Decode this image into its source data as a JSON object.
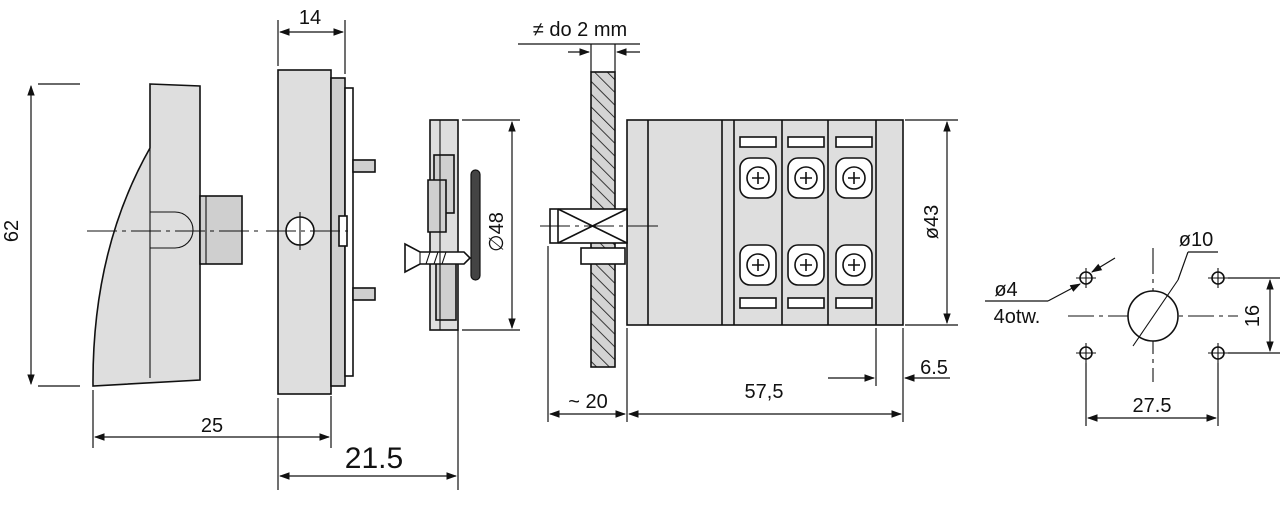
{
  "colors": {
    "line": "#111111",
    "fill_light": "#dedede",
    "fill_mid": "#cfcfcf",
    "background": "#ffffff"
  },
  "dimensions": {
    "height_62": "62",
    "depth_25": "25",
    "width_14": "14",
    "offset_21_5": "21.5",
    "panel_thickness": "≠ do 2 mm",
    "dia_48": "∅48",
    "dia_43": "ø43",
    "approx_20": "~ 20",
    "length_57_5": "57,5",
    "dim_6_5": "6.5",
    "hole_dia_4": "ø4",
    "hole_count": "4otw.",
    "center_dia_10": "ø10",
    "spacing_16": "16",
    "spacing_27_5": "27.5"
  }
}
